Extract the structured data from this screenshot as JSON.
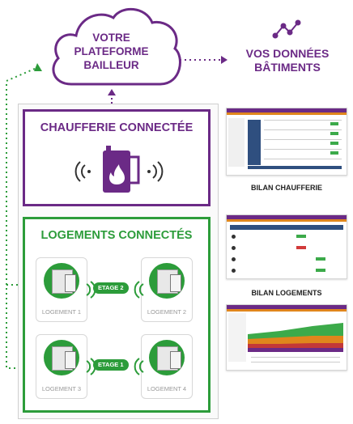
{
  "cloud": {
    "line1": "VOTRE",
    "line2": "PLATEFORME",
    "line3": "BAILLEUR"
  },
  "data_title": {
    "line1": "VOS DONNÉES",
    "line2": "BÂTIMENTS"
  },
  "chaufferie": {
    "title": "CHAUFFERIE CONNECTÉE"
  },
  "logements": {
    "title": "LOGEMENTS CONNECTÉS",
    "cards": [
      "LOGEMENT 1",
      "LOGEMENT 2",
      "LOGEMENT 3",
      "LOGEMENT 4"
    ],
    "floors": [
      "ETAGE 2",
      "ETAGE 1"
    ]
  },
  "bilans": [
    "BILAN CHAUFFERIE",
    "BILAN LOGEMENTS"
  ],
  "colors": {
    "purple": "#6b2a86",
    "green": "#2c9c3a",
    "orange": "#e0861c"
  },
  "icons": [
    "cloud-icon",
    "network-icon",
    "boiler-flame-icon",
    "wifi-signal-icon"
  ]
}
